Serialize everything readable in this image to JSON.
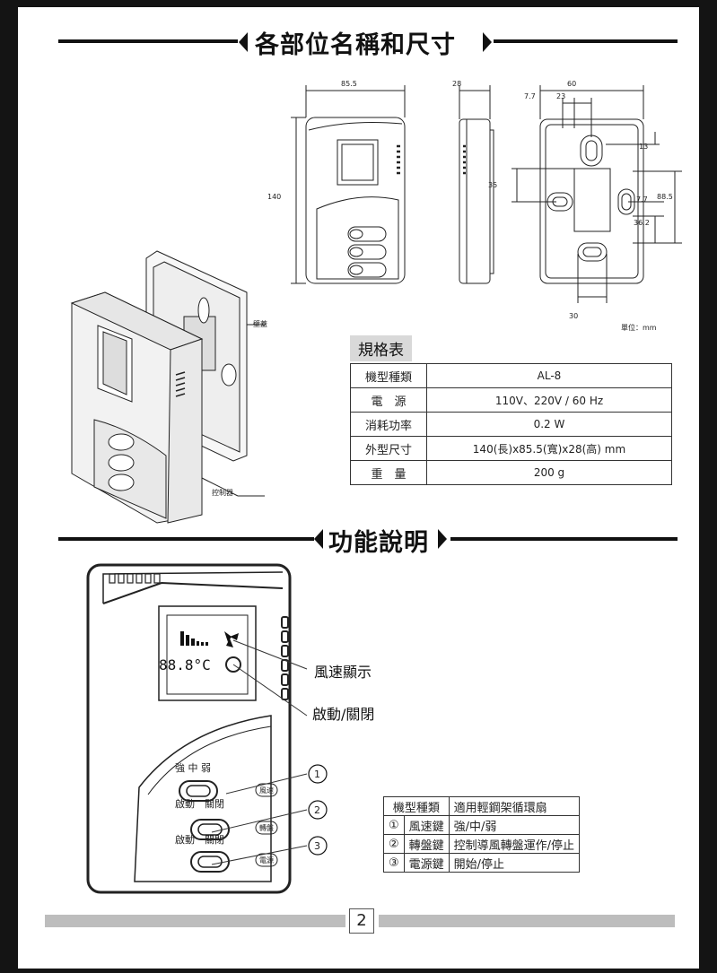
{
  "section1": {
    "title": "各部位名稱和尺寸"
  },
  "dimensions": {
    "width_label": "85.5",
    "depth_label": "28",
    "height_label": "140",
    "back_width": "60",
    "back_7_7_top": "7.7",
    "back_23": "23",
    "back_13": "13",
    "back_35": "35",
    "back_7_7_right": "7.7",
    "back_88_5": "88.5",
    "back_36_2": "36.2",
    "back_30": "30",
    "unit": "單位：mm"
  },
  "parts": {
    "wall_cover": "壁蓋",
    "controller": "控制器"
  },
  "spec": {
    "title": "規格表",
    "rows": [
      {
        "key": "機型種類",
        "value": "AL-8"
      },
      {
        "key": "電　源",
        "value": "110V、220V / 60 Hz"
      },
      {
        "key": "消耗功率",
        "value": "0.2 W"
      },
      {
        "key": "外型尺寸",
        "value": "140(長)x85.5(寬)x28(高) mm"
      },
      {
        "key": "重　量",
        "value": "200 g"
      }
    ]
  },
  "section2": {
    "title": "功能說明"
  },
  "display": {
    "digits": "88.8°C"
  },
  "callouts": {
    "fan_speed": "風速顯示",
    "on_off": "啟動/關閉"
  },
  "device_labels": {
    "speed_row": "強 中 弱",
    "fan_key": "風速",
    "start_stop_1": "啟動　關閉",
    "turntable_key": "轉盤",
    "start_stop_2": "啟動　關閉",
    "power_key": "電源",
    "num1": "1",
    "num2": "2",
    "num3": "3"
  },
  "function_table": {
    "header": [
      "機型種類",
      "適用輕鋼架循環扇"
    ],
    "rows": [
      {
        "num": "①",
        "key": "風速鍵",
        "desc": "強/中/弱"
      },
      {
        "num": "②",
        "key": "轉盤鍵",
        "desc": "控制導風轉盤運作/停止"
      },
      {
        "num": "③",
        "key": "電源鍵",
        "desc": "開始/停止"
      }
    ]
  },
  "page": {
    "number": "2"
  }
}
